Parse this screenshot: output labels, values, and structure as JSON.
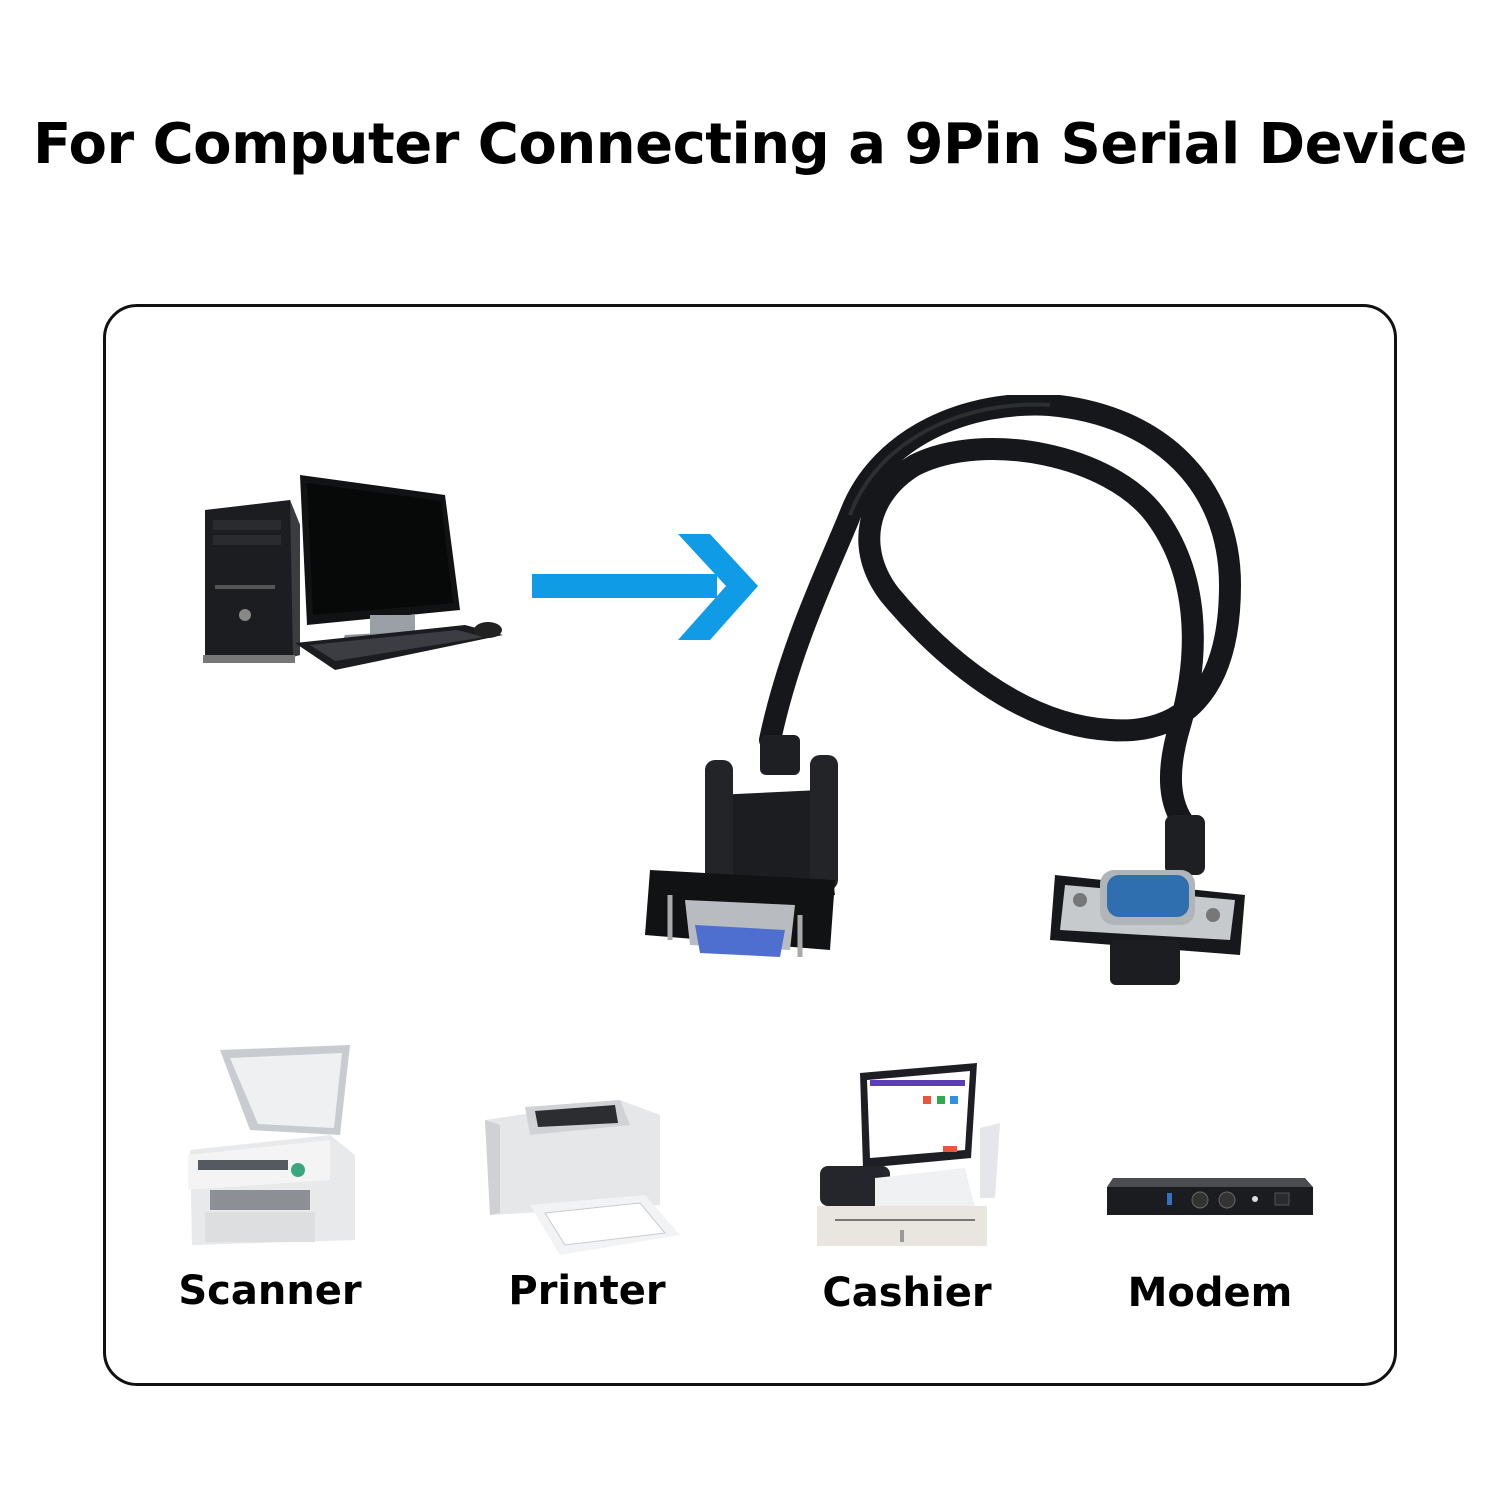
{
  "title": "For Computer Connecting a 9Pin Serial Device",
  "colors": {
    "arrow": "#0f9be6",
    "frame_border": "#111111",
    "cable": "#15171a",
    "connector_blue": "#2f6fb0",
    "text": "#000000"
  },
  "source": {
    "device": "Desktop computer",
    "icon": "desktop-computer-icon"
  },
  "arrow": {
    "icon": "arrow-right-icon"
  },
  "cable": {
    "icon": "db9-serial-cable-icon",
    "ends": [
      "DB9 female",
      "DB9 male right-angle"
    ]
  },
  "devices": [
    {
      "label": "Scanner",
      "icon": "scanner-icon"
    },
    {
      "label": "Printer",
      "icon": "printer-icon"
    },
    {
      "label": "Cashier",
      "icon": "pos-cashier-icon"
    },
    {
      "label": "Modem",
      "icon": "modem-icon"
    }
  ]
}
